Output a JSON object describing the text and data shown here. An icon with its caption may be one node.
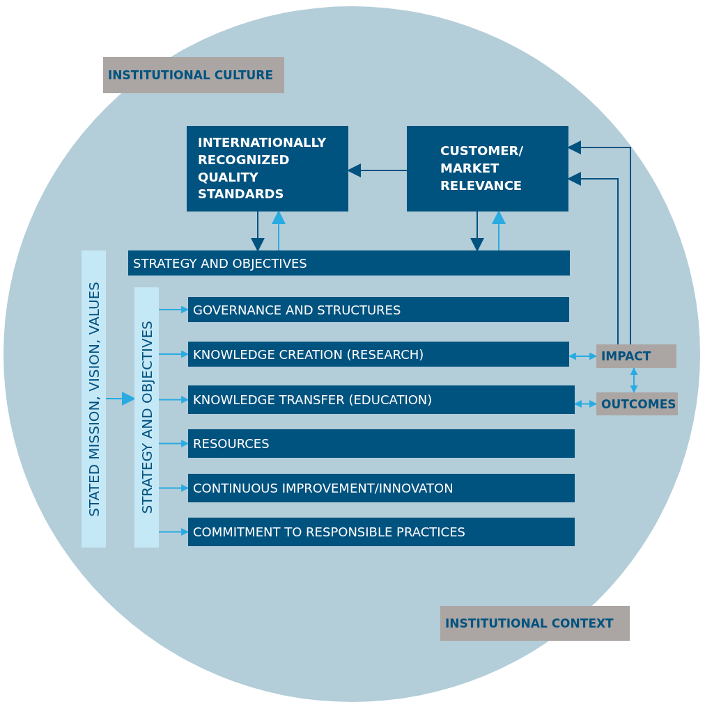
{
  "diagram": {
    "nodes": [
      {
        "text": [
          "INSTITUTIONAL CULTURE"
        ]
      },
      {
        "text": [
          "INTERNATIONALLY RECOGNIZED QUALITY STANDARDS"
        ]
      },
      {
        "text": [
          "CUSTOMER/ MARKET RELEVANCE"
        ]
      },
      {
        "text": [
          "STRATEGY AND OBJECTIVES"
        ]
      },
      {
        "text": [
          "STATED MISSION, VISION, VALUES"
        ]
      },
      {
        "text": [
          "STRATEGY AND OBJECTIVES"
        ]
      },
      {
        "text": [
          "GOVERNANCE AND STRUCTURES"
        ]
      },
      {
        "text": [
          "KNOWLEDGE CREATION (RESEARCH)"
        ]
      },
      {
        "text": [
          "KNOWLEDGE TRANSFER (EDUCATION)"
        ]
      },
      {
        "text": [
          "RESOURCES"
        ]
      },
      {
        "text": [
          "CONTINUOUS IMPROVEMENT/INNOVATON"
        ]
      },
      {
        "text": [
          "COMMITMENT TO RESPONSIBLE PRACTICES"
        ]
      },
      {
        "text": [
          "IMPACT"
        ]
      },
      {
        "text": [
          "OUTCOMES"
        ]
      },
      {
        "text": [
          "INSTITUTIONAL CONTEXT"
        ]
      }
    ],
    "edges": [
      {
        "from": 2,
        "to": 1,
        "arrow": "to",
        "color": "#00527f"
      },
      {
        "from": 1,
        "to": 3,
        "arrow": "to",
        "color": "#00527f"
      },
      {
        "from": 3,
        "to": 1,
        "arrow": "to"
      },
      {
        "from": 2,
        "to": 3,
        "arrow": "to",
        "color": "#00527f"
      },
      {
        "from": 3,
        "to": 2,
        "arrow": "to"
      },
      {
        "from": 4,
        "to": 5,
        "arrow": "to"
      },
      {
        "from": 5,
        "to": 6,
        "arrow": "to"
      },
      {
        "from": 5,
        "to": 7,
        "arrow": "to"
      },
      {
        "from": 5,
        "to": 8,
        "arrow": "to"
      },
      {
        "from": 5,
        "to": 9,
        "arrow": "to"
      },
      {
        "from": 5,
        "to": 10,
        "arrow": "to"
      },
      {
        "from": 5,
        "to": 11,
        "arrow": "to"
      },
      {
        "from": 7,
        "to": 12,
        "arrow": "both"
      },
      {
        "from": 8,
        "to": 13,
        "arrow": "both"
      },
      {
        "from": 12,
        "to": 13,
        "arrow": "both"
      },
      {
        "from": 12,
        "to": 2,
        "arrow": "to",
        "color": "#00527f"
      },
      {
        "from": 12,
        "to": 2,
        "arrow": "to",
        "color": "#00527f"
      }
    ]
  }
}
